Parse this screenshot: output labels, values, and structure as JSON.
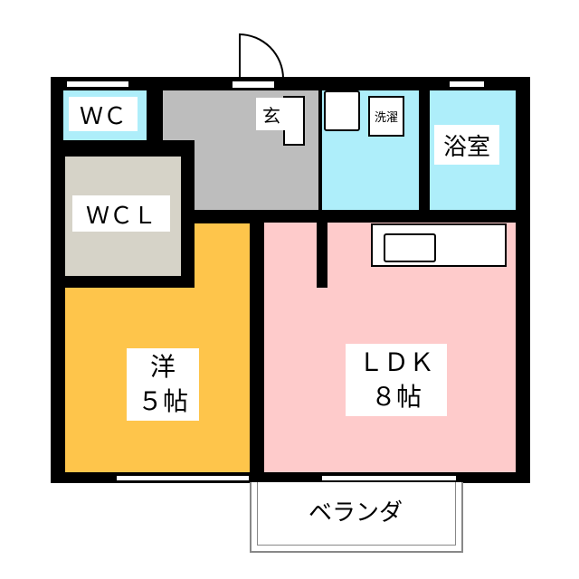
{
  "rooms": {
    "wc": {
      "label": "ＷＣ",
      "color": "#aeeefa"
    },
    "entrance": {
      "label": "玄",
      "color": "#bdbdbd"
    },
    "laundry": {
      "label": "洗濯"
    },
    "washroom": {
      "color": "#aeeefa"
    },
    "bath": {
      "label": "浴室",
      "color": "#aeeefa"
    },
    "wcl": {
      "label": "ＷＣＬ",
      "color": "#d6d3c8"
    },
    "western": {
      "label": "洋",
      "size": "５帖",
      "color": "#fec54b"
    },
    "ldk": {
      "label": "ＬＤＫ",
      "size": "８帖",
      "color": "#fecbcb"
    },
    "balcony": {
      "label": "ベランダ"
    }
  }
}
